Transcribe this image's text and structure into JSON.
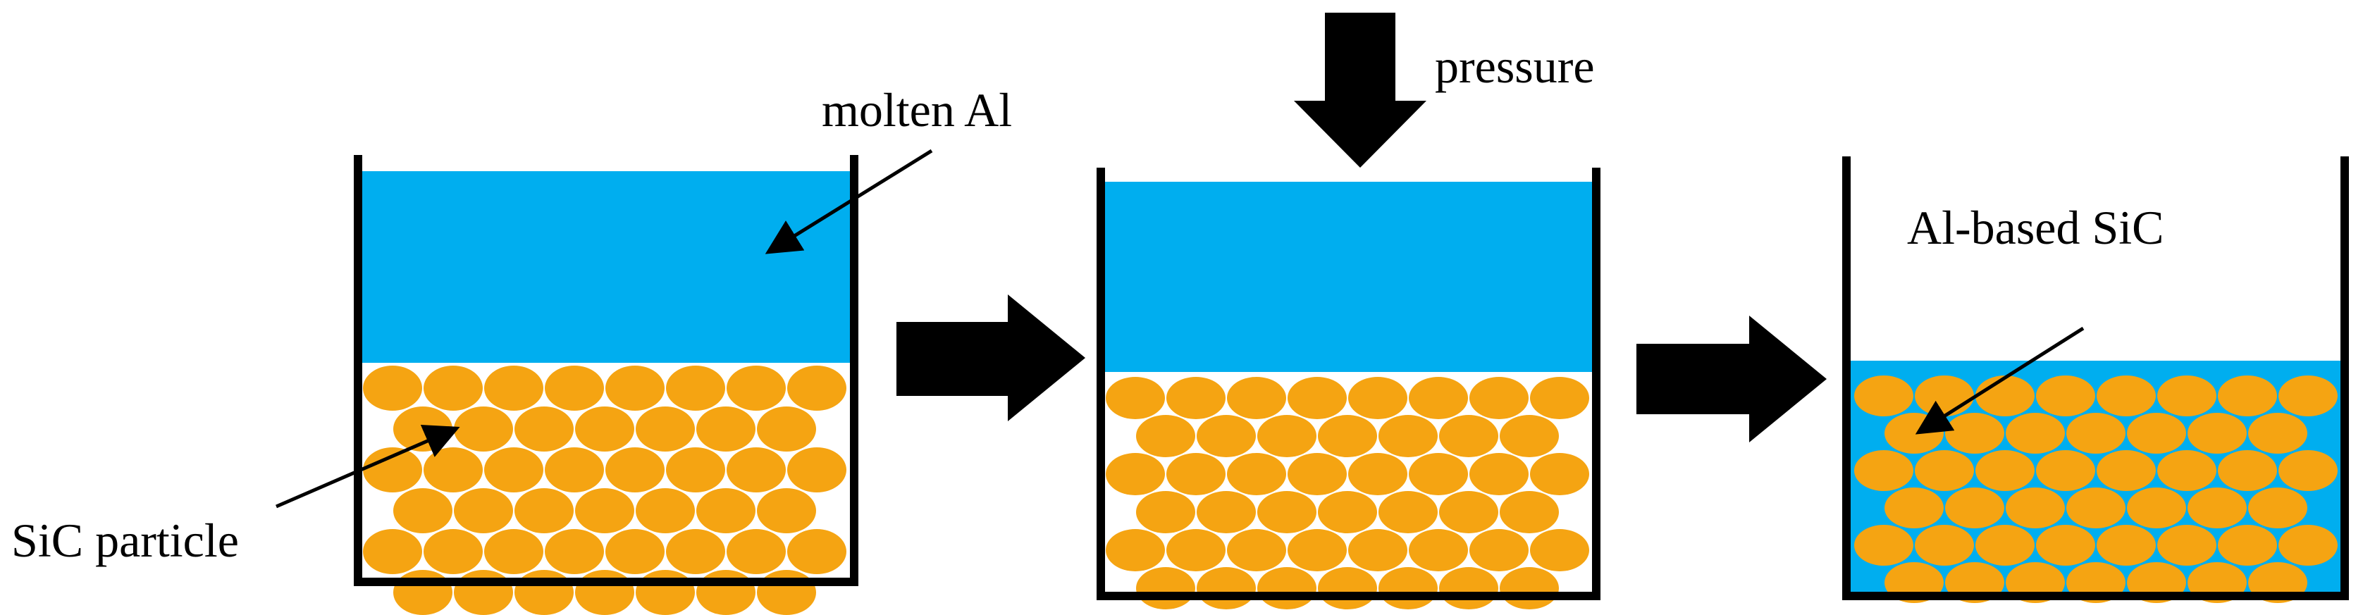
{
  "labels": {
    "molten": "molten Al",
    "pressure": "pressure",
    "sic_particle": "SiC particle",
    "al_based_sic": "Al-based SiC"
  },
  "colors": {
    "aluminum": "#00AEEF",
    "sic": "#F5A412",
    "outline": "#000000",
    "background": "#FFFFFF"
  },
  "stages": [
    {
      "id": "stage-1",
      "aluminum": "above-particles"
    },
    {
      "id": "stage-2",
      "aluminum": "above-particles"
    },
    {
      "id": "stage-3",
      "aluminum": "infiltrated"
    }
  ]
}
